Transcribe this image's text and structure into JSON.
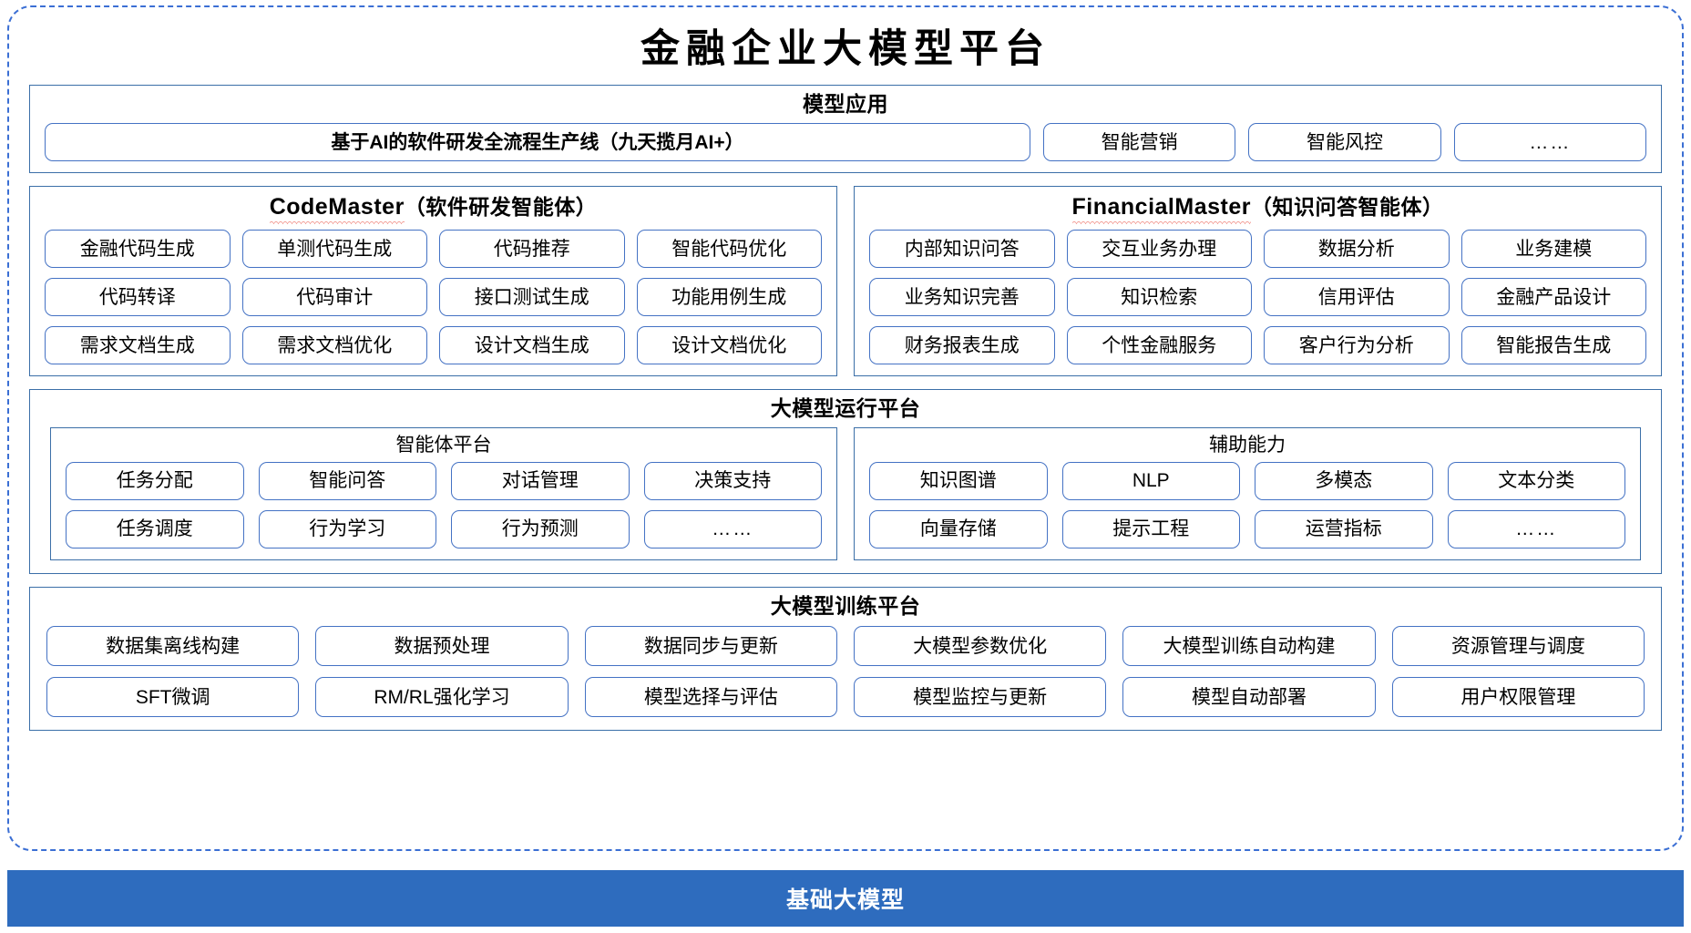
{
  "title": "金融企业大模型平台",
  "sections": {
    "model_application": {
      "title": "模型应用",
      "items": [
        "基于AI的软件研发全流程生产线（九天揽月AI+）",
        "智能营销",
        "智能风控",
        "……"
      ]
    },
    "code_master": {
      "name_en": "CodeMaster",
      "name_cn": "（软件研发智能体）",
      "items": [
        "金融代码生成",
        "单测代码生成",
        "代码推荐",
        "智能代码优化",
        "代码转译",
        "代码审计",
        "接口测试生成",
        "功能用例生成",
        "需求文档生成",
        "需求文档优化",
        "设计文档生成",
        "设计文档优化"
      ]
    },
    "financial_master": {
      "name_en": "FinancialMaster",
      "name_cn": "（知识问答智能体）",
      "items": [
        "内部知识问答",
        "交互业务办理",
        "数据分析",
        "业务建模",
        "业务知识完善",
        "知识检索",
        "信用评估",
        "金融产品设计",
        "财务报表生成",
        "个性金融服务",
        "客户行为分析",
        "智能报告生成"
      ]
    },
    "runtime_platform": {
      "title": "大模型运行平台",
      "agent_platform": {
        "title": "智能体平台",
        "items": [
          "任务分配",
          "智能问答",
          "对话管理",
          "决策支持",
          "任务调度",
          "行为学习",
          "行为预测",
          "……"
        ]
      },
      "support_capability": {
        "title": "辅助能力",
        "items": [
          "知识图谱",
          "NLP",
          "多模态",
          "文本分类",
          "向量存储",
          "提示工程",
          "运营指标",
          "……"
        ]
      }
    },
    "training_platform": {
      "title": "大模型训练平台",
      "items": [
        "数据集离线构建",
        "数据预处理",
        "数据同步与更新",
        "大模型参数优化",
        "大模型训练自动构建",
        "资源管理与调度",
        "SFT微调",
        "RM/RL强化学习",
        "模型选择与评估",
        "模型监控与更新",
        "模型自动部署",
        "用户权限管理"
      ]
    },
    "base_model": {
      "title": "基础大模型"
    }
  },
  "colors": {
    "frame_border": "#3B6FD4",
    "panel_border": "#3B6FA8",
    "pill_border": "#4472C4",
    "base_bar": "#2E6CBE",
    "spellcheck_underline": "#E8493A"
  }
}
